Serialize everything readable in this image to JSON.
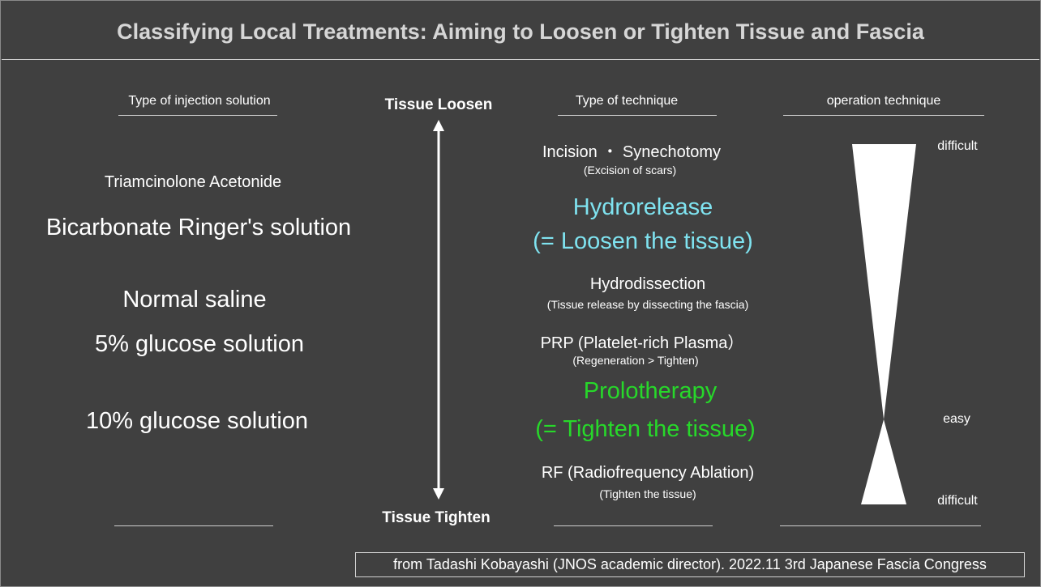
{
  "title": "Classifying Local Treatments: Aiming to Loosen or Tighten Tissue and Fascia",
  "headers": {
    "injection": "Type of injection solution",
    "technique": "Type of technique",
    "operation": "operation technique"
  },
  "axis": {
    "top": "Tissue Loosen",
    "bottom": "Tissue Tighten"
  },
  "solutions": [
    "Triamcinolone Acetonide",
    "Bicarbonate Ringer's solution",
    "Normal saline",
    "5% glucose solution",
    "10% glucose solution"
  ],
  "techniques": {
    "incision": "Incision ・ Synechotomy",
    "incision_sub": "(Excision of scars)",
    "hydrorelease": "Hydrorelease",
    "hydrorelease_sub": "(= Loosen the tissue)",
    "hydrodissection": "Hydrodissection",
    "hydrodissection_sub": "(Tissue release by dissecting the fascia)",
    "prp": "PRP (Platelet-rich Plasma）",
    "prp_sub": "(Regeneration > Tighten)",
    "prolotherapy": "Prolotherapy",
    "prolotherapy_sub": "(= Tighten the tissue)",
    "rf": "RF (Radiofrequency Ablation)",
    "rf_sub": "(Tighten the tissue)"
  },
  "difficulty": {
    "top": "difficult",
    "middle": "easy",
    "bottom": "difficult"
  },
  "footer": "from Tadashi Kobayashi (JNOS academic director). 2022.11 3rd Japanese Fascia Congress",
  "colors": {
    "background": "#404040",
    "hydrorelease": "#7fe3f0",
    "prolotherapy": "#27d82a"
  }
}
